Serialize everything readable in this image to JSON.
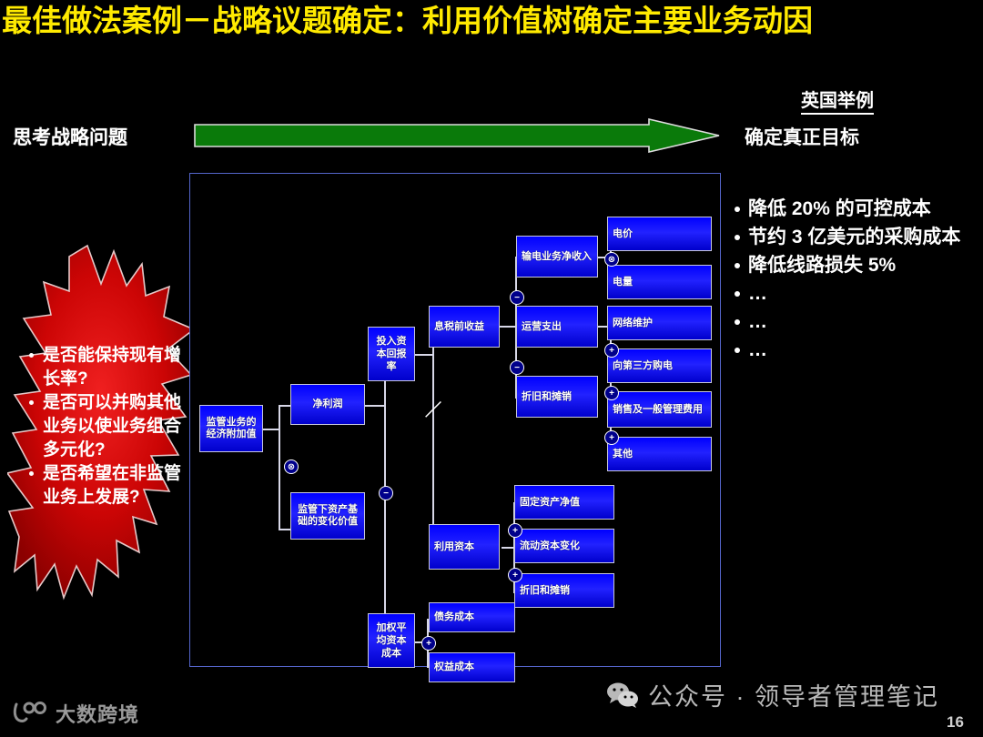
{
  "slide": {
    "title": "最佳做法案例－战略议题确定：利用价值树确定主要业务动因",
    "left_caption": "思考战略问题",
    "page_number": "16",
    "colors": {
      "title": "#ffea00",
      "arrow": "#0a7a0a",
      "node_fill": "#0000ff",
      "starburst": "#cc0000",
      "panel_border": "#5566cc"
    }
  },
  "arrow": {
    "name": "green-right-arrow"
  },
  "right_header": {
    "label": "英国举例",
    "subtitle": "确定真正目标"
  },
  "right_bullets": [
    "降低 20% 的可控成本",
    "节约 3 亿美元的采购成本",
    "降低线路损失 5%",
    "…",
    "…",
    "…"
  ],
  "starburst_questions": [
    "是否能保持现有增长率?",
    "是否可以并购其他业务以使业务组合多元化?",
    "是否希望在非监管业务上发展?"
  ],
  "tree": {
    "nodes": {
      "root": "监管业务的经济附加值",
      "net_profit": "净利润",
      "asset_base_change": "监管下资产基础的变化价值",
      "roic": "投入资本回报率",
      "ebit": "息税前收益",
      "used_capital": "利用资本",
      "wacc": "加权平均资本成本",
      "transmission_net_revenue": "输电业务净收入",
      "operating_expense": "运营支出",
      "depreciation_amortization": "折旧和摊销",
      "electricity_price": "电价",
      "electricity_volume": "电量",
      "network_maintenance": "网络维护",
      "third_party_purchase": "向第三方购电",
      "sga_expense": "销售及一般管理费用",
      "other": "其他",
      "fixed_asset_net": "固定资产净值",
      "working_capital_change": "流动资本变化",
      "depreciation_amortization_2": "折旧和摊销",
      "debt_cost": "债务成本",
      "equity_cost": "权益成本"
    },
    "operators": {
      "root_op": "⊗",
      "roic_op": "／",
      "eva_minus": "−",
      "ebit_minus_1": "−",
      "ebit_minus_2": "−",
      "rev_multiply": "⊗",
      "opex_plus_1": "+",
      "opex_plus_2": "+",
      "opex_plus_3": "+",
      "cap_plus_1": "+",
      "cap_plus_2": "+",
      "wacc_plus": "+"
    }
  },
  "footer": {
    "logo_text": "大数跨境",
    "wechat_text": "公众号 · 领导者管理笔记"
  }
}
